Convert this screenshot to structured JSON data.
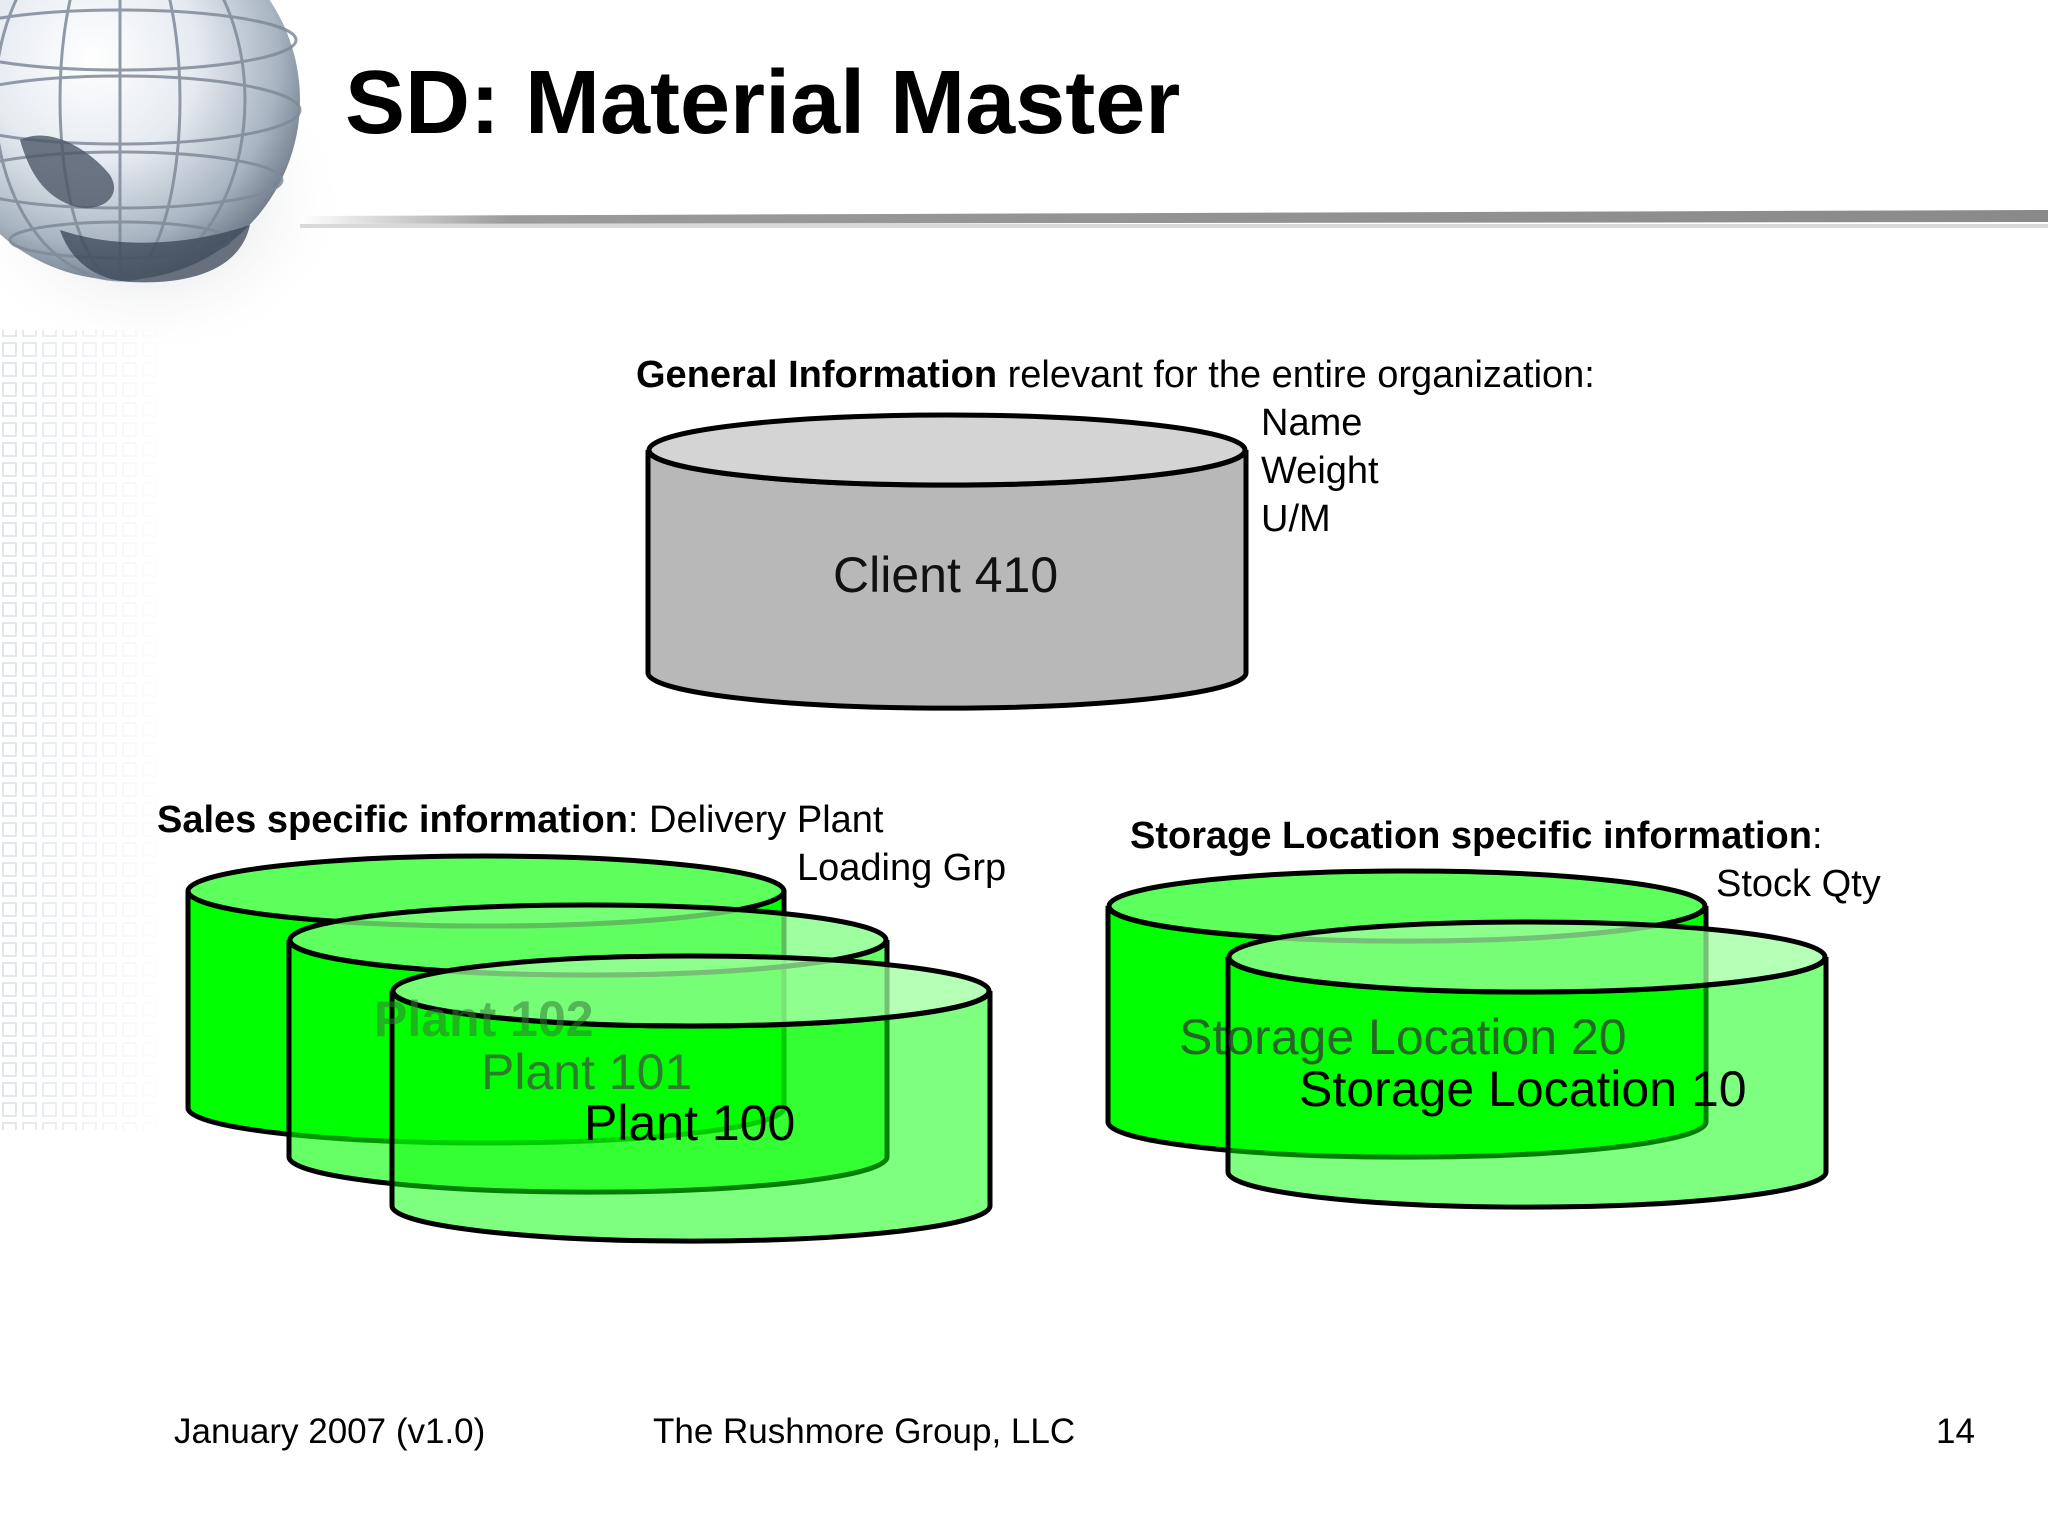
{
  "slide": {
    "title": "SD: Material Master"
  },
  "general": {
    "heading_bold": "General Information",
    "heading_rest": " relevant for the entire organization:",
    "fields": [
      "Name",
      "Weight",
      "U/M"
    ],
    "cylinder_label": "Client 410"
  },
  "sales": {
    "heading_bold": "Sales specific information",
    "heading_rest": ": Delivery Plant",
    "extra_field": "Loading Grp",
    "cylinders": [
      "Plant 102",
      "Plant 101",
      "Plant 100"
    ]
  },
  "storage": {
    "heading_bold": "Storage Location specific information",
    "heading_rest": ":",
    "extra_field": "Stock Qty",
    "cylinders": [
      "Storage Location 20",
      "Storage Location 10"
    ]
  },
  "footer": {
    "date": "January 2007 (v1.0)",
    "company": "The Rushmore Group, LLC",
    "page_number": "14"
  },
  "colors": {
    "client_cylinder": "#b8b8b8",
    "plant_green": "#00ff00",
    "outline": "#000000"
  }
}
